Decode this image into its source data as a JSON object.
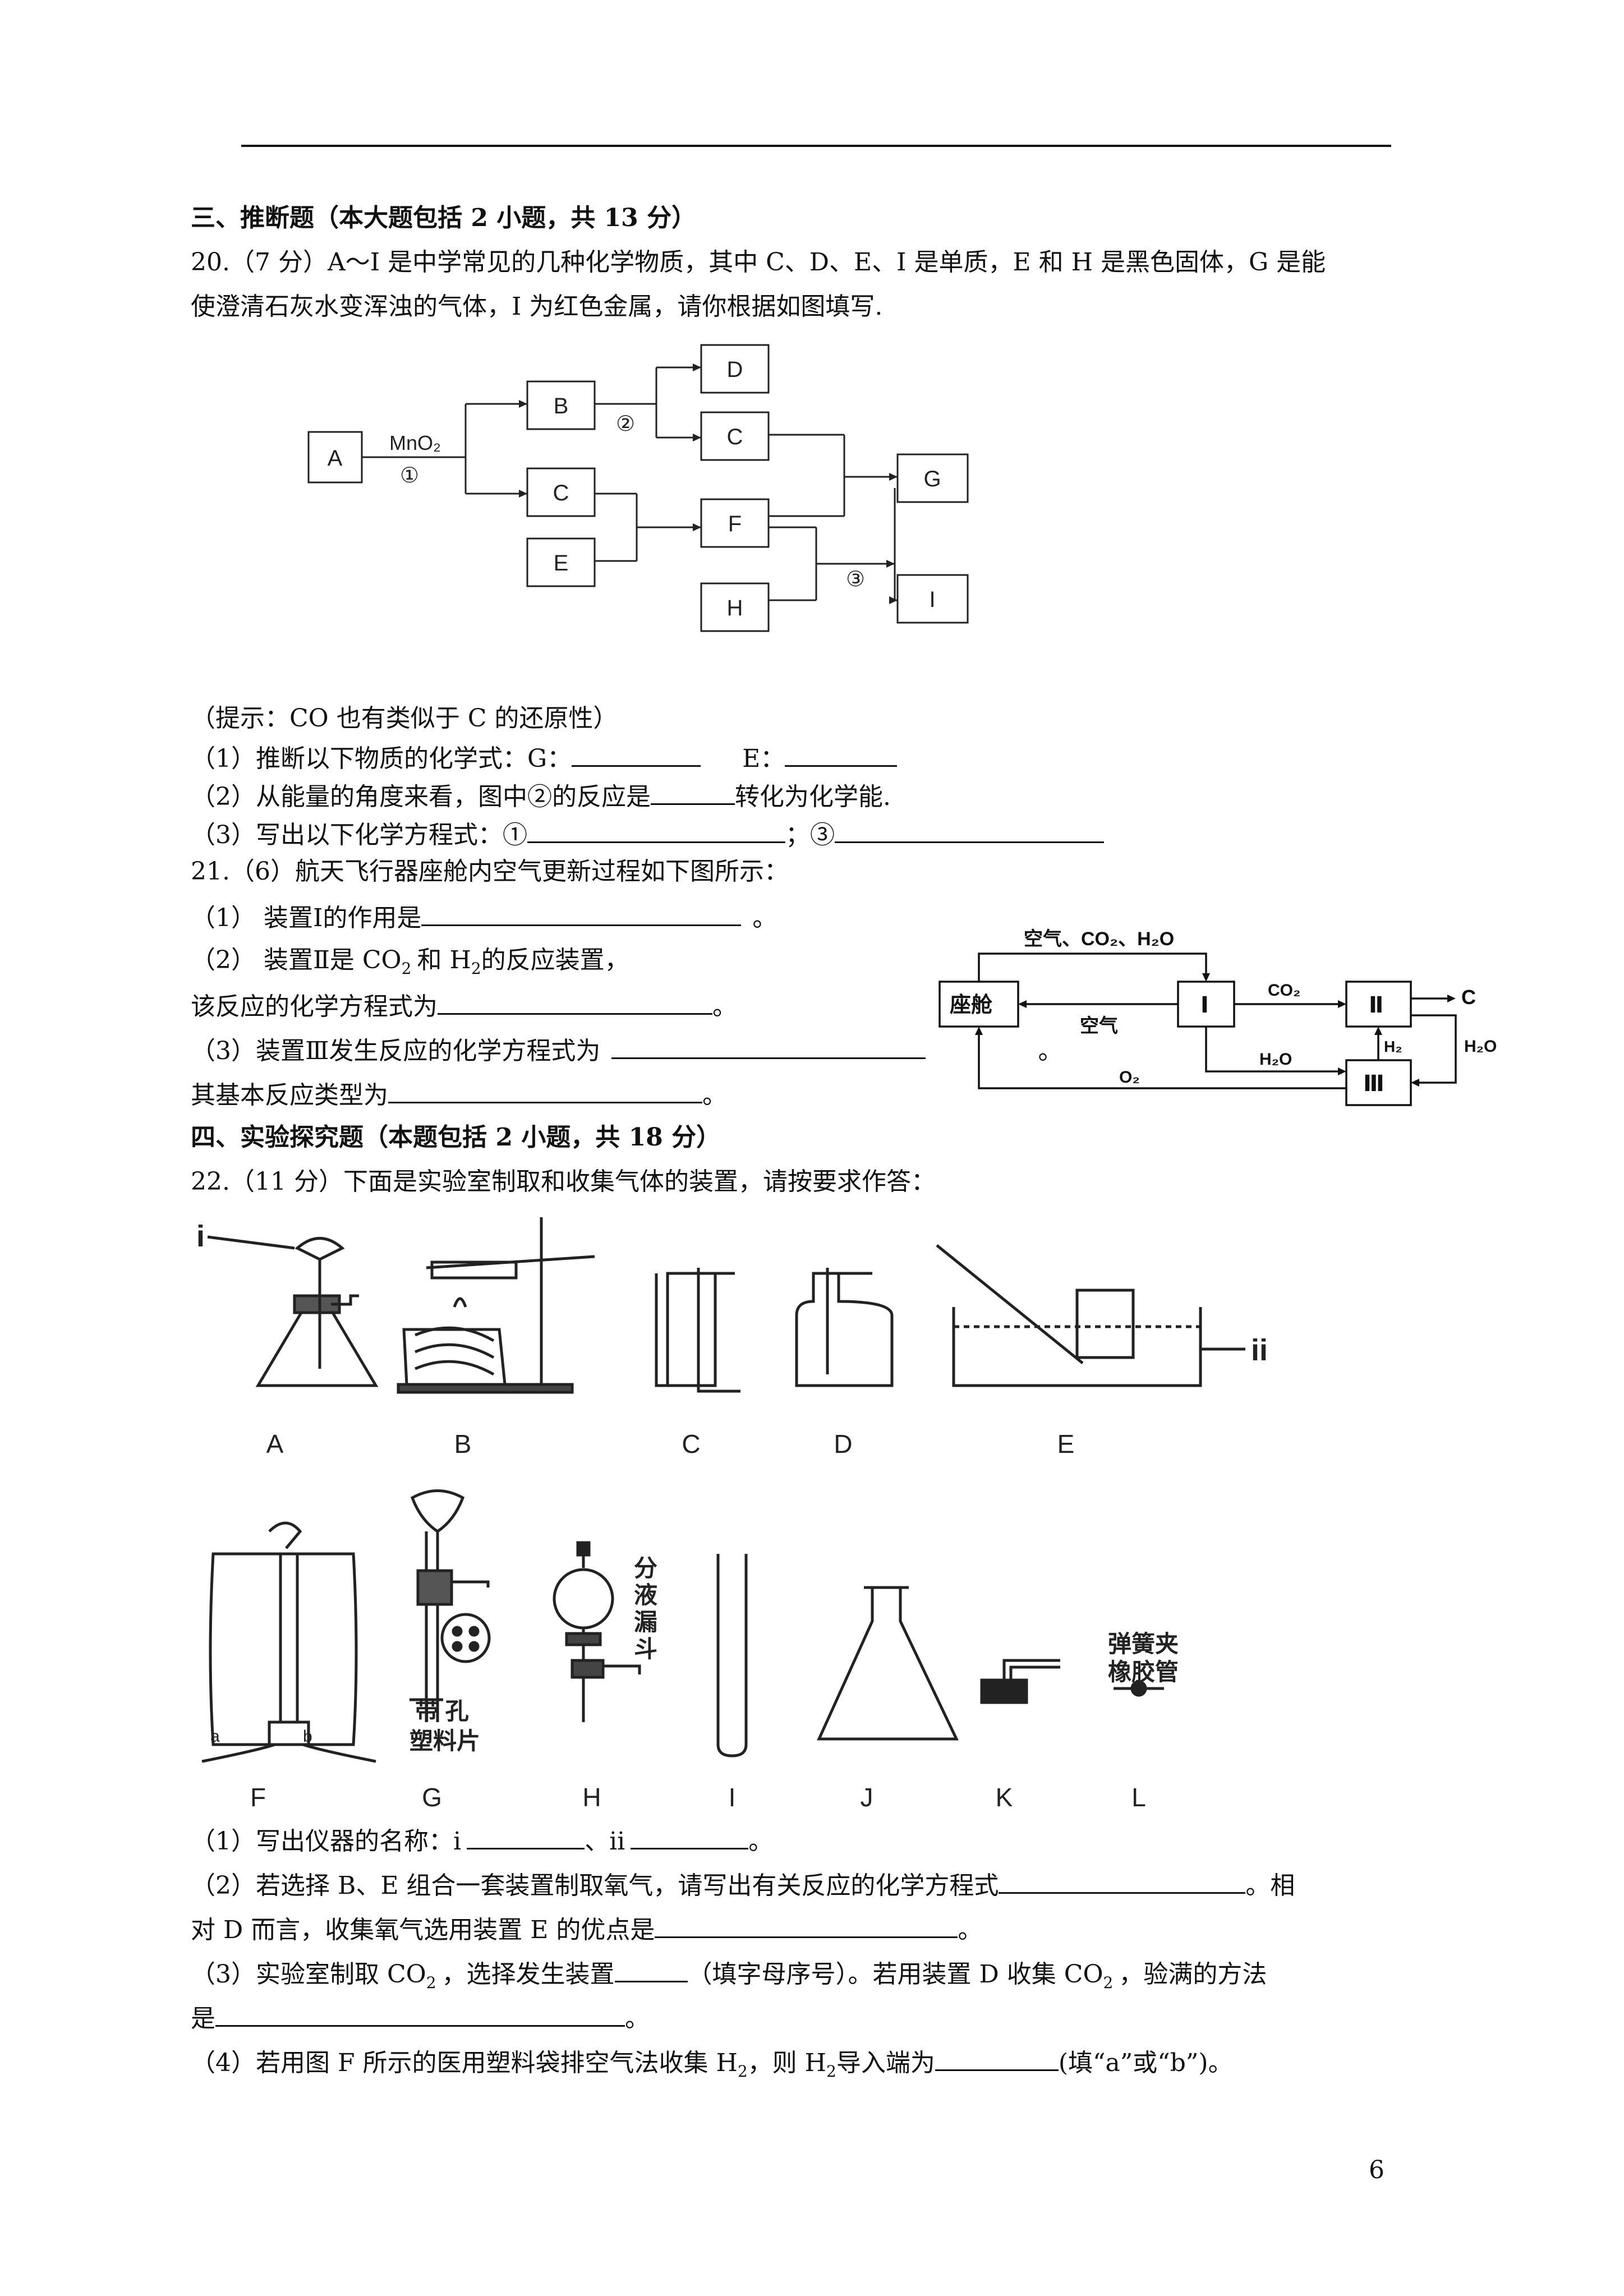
{
  "section3": {
    "title": "三、推断题（本大题包括 2 小题，共 13 分）"
  },
  "q20": {
    "stem1": "20.（7 分）A～I 是中学常见的几种化学物质，其中 C、D、E、I 是单质，E 和 H 是黑色固体，G 是能",
    "stem2": "使澄清石灰水变浑浊的气体，I 为红色金属，请你根据如图填写.",
    "diagram": {
      "boxes": [
        "A",
        "B",
        "C",
        "D",
        "C",
        "E",
        "F",
        "G",
        "H",
        "I"
      ],
      "catalyst": "MnO₂",
      "step1": "①",
      "step2": "②",
      "step3": "③"
    },
    "hint": "（提示：CO 也有类似于 C 的还原性）",
    "p1": "（1）推断以下物质的化学式：G：",
    "p1_e": "E：",
    "p2a": "（2）从能量的角度来看，图中②的反应是",
    "p2b": "转化为化学能.",
    "p3a": "（3）写出以下化学方程式：①",
    "p3b": "；③"
  },
  "q21": {
    "stem": "21.（6）航天飞行器座舱内空气更新过程如下图所示：",
    "p1a": "（1）  装置Ⅰ的作用是",
    "p1b": "。",
    "p2a": "（2）  装置Ⅱ是 CO",
    "p2b": "和 H",
    "p2c": "的反应装置，",
    "p2d": "该反应的化学方程式为",
    "p2e": "。",
    "p3a": "（3）装置Ⅲ发生反应的化学方程式为",
    "p3b": "。",
    "p3c": "其基本反应类型为",
    "p3d": "。",
    "diagram": {
      "cabin": "座舱",
      "dev1": "Ⅰ",
      "dev2": "Ⅱ",
      "dev3": "Ⅲ",
      "top": "空气、CO₂、H₂O",
      "air": "空气",
      "co2": "CO₂",
      "h2o_mid": "H₂O",
      "o2": "O₂",
      "c": "C",
      "h2o_right": "H₂O",
      "h2": "H₂"
    }
  },
  "section4": {
    "title": "四、实验探究题（本题包括 2 小题，共 18 分）"
  },
  "q22": {
    "stem": "22.（11 分）下面是实验室制取和收集气体的装置，请按要求作答：",
    "labels_row1": [
      "A",
      "B",
      "C",
      "D",
      "E"
    ],
    "labels_row2": [
      "F",
      "G",
      "H",
      "I",
      "J",
      "K",
      "L"
    ],
    "mark_i": "i",
    "mark_ii": "ii",
    "funnel": "分液漏斗",
    "plate": [
      "带  孔",
      "塑料片"
    ],
    "clip": [
      "弹簧夹",
      "橡胶管"
    ],
    "bag_a": "a",
    "bag_b": "b",
    "p1a": "（1）写出仪器的名称：i",
    "p1b": "、ii",
    "p1c": "。",
    "p2a": "（2）若选择 B、E 组合一套装置制取氧气，请写出有关反应的化学方程式",
    "p2b": "。相",
    "p2c": "对 D 而言，收集氧气选用装置 E 的优点是",
    "p2d": "。",
    "p3a": "（3）实验室制取 CO",
    "p3b": "，选择发生装置",
    "p3c": "（填字母序号）。若用装置 D 收集  CO",
    "p3d": "，验满的方法",
    "p3e": "是",
    "p3f": "。",
    "p4a": "（4）若用图 F 所示的医用塑料袋排空气法收集 H",
    "p4b": "，则 H",
    "p4c": "导入端为",
    "p4d": "(填“a”或“b”)。"
  },
  "sub2": "2",
  "page_number": "6"
}
